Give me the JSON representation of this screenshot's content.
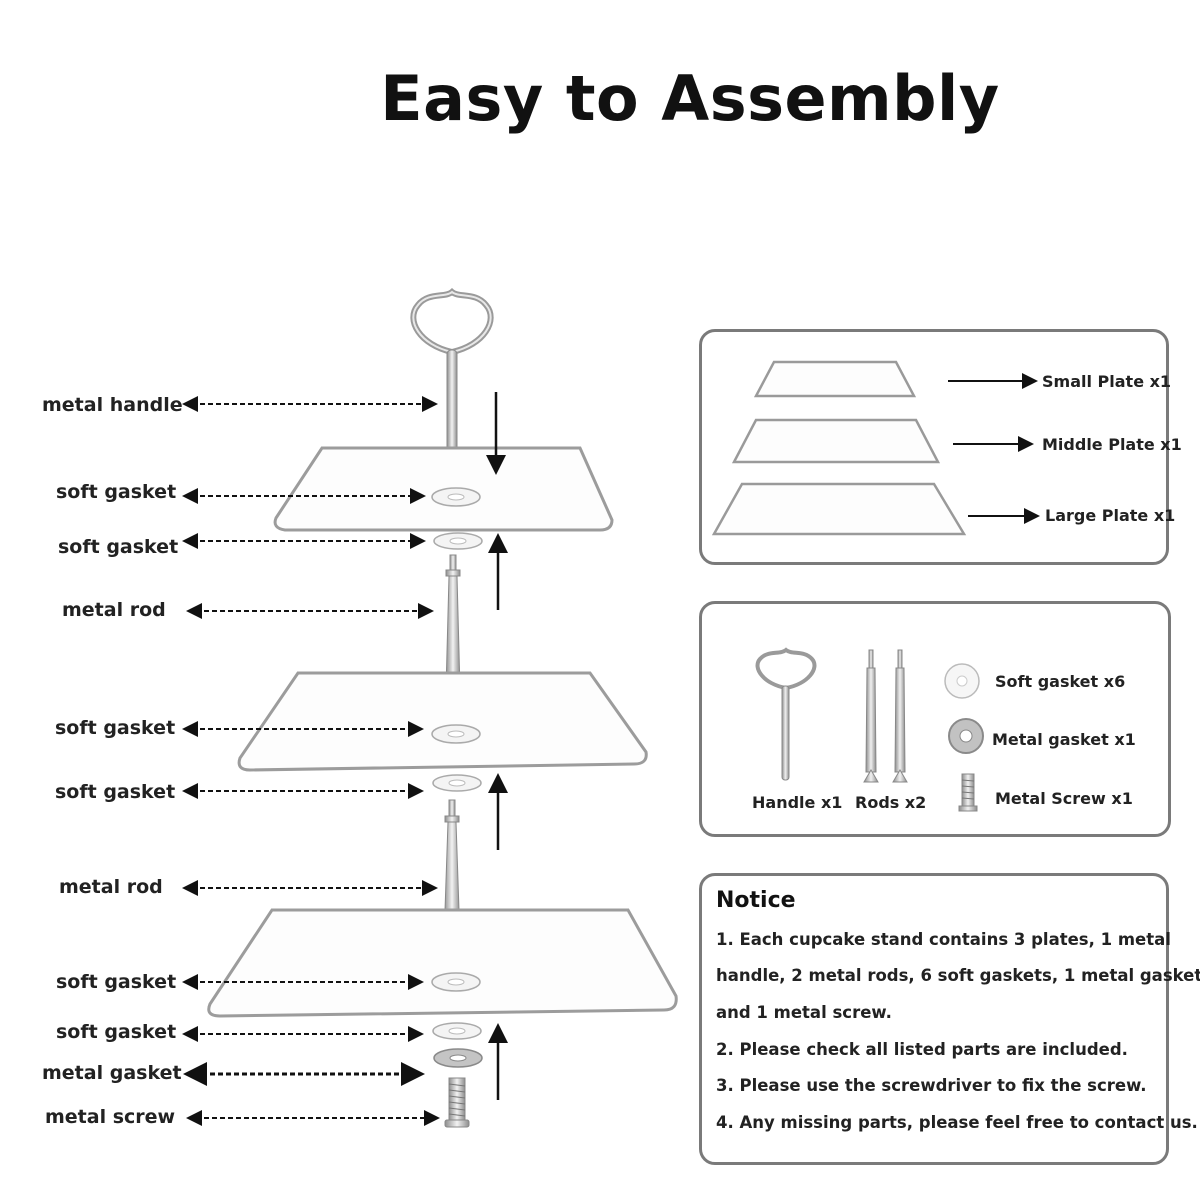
{
  "title": "Easy to Assembly",
  "callouts": [
    "metal handle",
    "soft gasket",
    "soft gasket",
    "metal rod",
    "soft gasket",
    "soft gasket",
    "metal rod",
    "soft gasket",
    "soft gasket",
    "metal gasket",
    "metal screw"
  ],
  "plates_panel": {
    "small": "Small Plate x1",
    "middle": "Middle Plate x1",
    "large": "Large Plate x1"
  },
  "parts_panel": {
    "handle": "Handle x1",
    "rods": "Rods x2",
    "soft_gasket": "Soft gasket x6",
    "metal_gasket": "Metal gasket x1",
    "metal_screw": "Metal Screw x1"
  },
  "notice": {
    "title": "Notice",
    "lines": [
      "1. Each cupcake stand contains 3 plates, 1 metal",
      "handle, 2 metal  rods, 6 soft gaskets, 1 metal gasket",
      "and 1 metal screw.",
      "2. Please check all listed parts are included.",
      "3. Please use the screwdriver to fix the screw.",
      "4. Any missing parts, please feel free to contact us."
    ]
  },
  "colors": {
    "panel_border": "#7a7a7a",
    "metal": "#b8b8b8",
    "text": "#222222"
  }
}
